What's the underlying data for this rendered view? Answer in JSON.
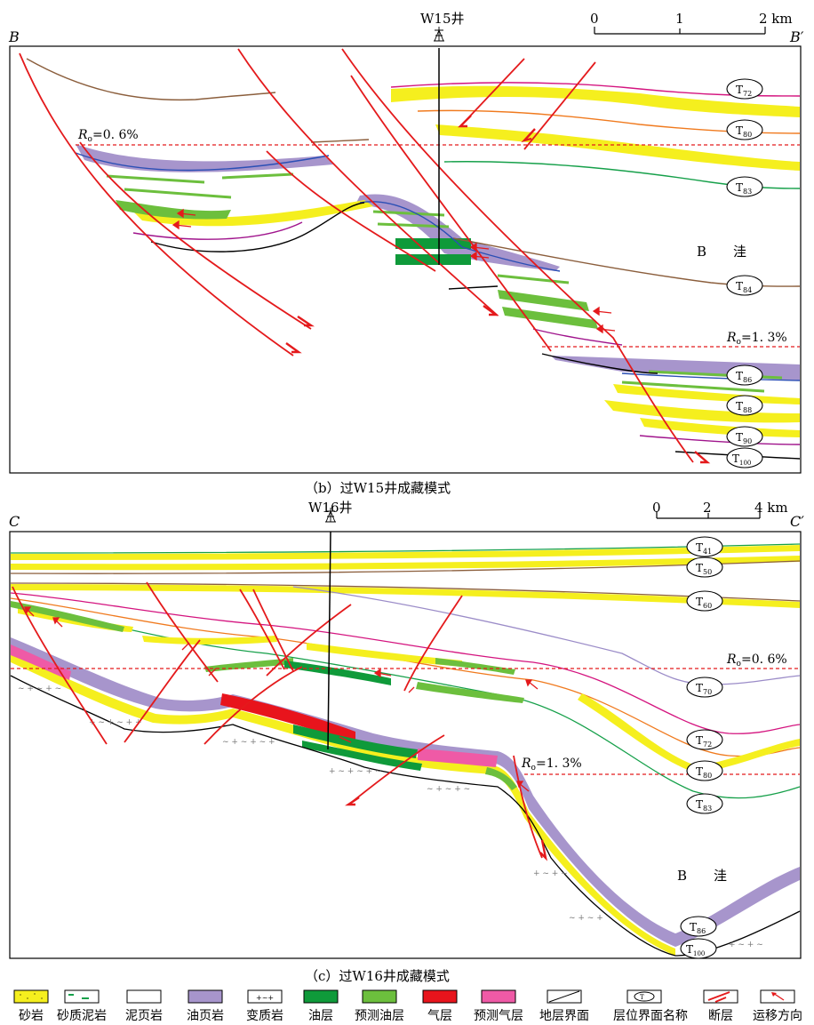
{
  "panel_b": {
    "endpoint_left": "B",
    "endpoint_right": "B′",
    "well": "W15井",
    "scale": {
      "t0": "0",
      "t1": "1",
      "t2": "2 km"
    },
    "ro_top": {
      "italic": "R",
      "sub": "o",
      "text": "=0. 6%"
    },
    "ro_bottom": {
      "italic": "R",
      "sub": "o",
      "text": "=1. 3%"
    },
    "sag": "B　　洼",
    "horizons": [
      {
        "main": "T",
        "sub": "72"
      },
      {
        "main": "T",
        "sub": "80"
      },
      {
        "main": "T",
        "sub": "83"
      },
      {
        "main": "T",
        "sub": "84"
      },
      {
        "main": "T",
        "sub": "86"
      },
      {
        "main": "T",
        "sub": "88"
      },
      {
        "main": "T",
        "sub": "90"
      },
      {
        "main": "T",
        "sub": "100"
      }
    ],
    "caption": "（b）过W15井成藏模式"
  },
  "panel_c": {
    "endpoint_left": "C",
    "endpoint_right": "C′",
    "well": "W16井",
    "scale": {
      "t0": "0",
      "t1": "2",
      "t2": "4 km"
    },
    "ro_top": {
      "italic": "R",
      "sub": "o",
      "text": "=0. 6%"
    },
    "ro_bottom": {
      "italic": "R",
      "sub": "o",
      "text": "=1. 3%"
    },
    "sag": "B　　洼",
    "horizons": [
      {
        "main": "T",
        "sub": "41"
      },
      {
        "main": "T",
        "sub": "50"
      },
      {
        "main": "T",
        "sub": "60"
      },
      {
        "main": "T",
        "sub": "70"
      },
      {
        "main": "T",
        "sub": "72"
      },
      {
        "main": "T",
        "sub": "80"
      },
      {
        "main": "T",
        "sub": "83"
      },
      {
        "main": "T",
        "sub": "86"
      },
      {
        "main": "T",
        "sub": "100"
      }
    ],
    "caption": "（c）过W16井成藏模式"
  },
  "legend": [
    {
      "label": "砂岩",
      "swatch": "sandstone"
    },
    {
      "label": "砂质泥岩",
      "swatch": "sandy-mudstone"
    },
    {
      "label": "泥页岩",
      "swatch": "mud-shale"
    },
    {
      "label": "油页岩",
      "swatch": "oil-shale"
    },
    {
      "label": "变质岩",
      "swatch": "metamorphic"
    },
    {
      "label": "油层",
      "swatch": "oil-layer"
    },
    {
      "label": "预测油层",
      "swatch": "predicted-oil"
    },
    {
      "label": "气层",
      "swatch": "gas-layer"
    },
    {
      "label": "预测气层",
      "swatch": "predicted-gas"
    },
    {
      "label": "地层界面",
      "swatch": "strata-boundary"
    },
    {
      "label": "层位界面名称",
      "swatch": "horizon-name"
    },
    {
      "label": "断层",
      "swatch": "fault"
    },
    {
      "label": "运移方向",
      "swatch": "migration"
    }
  ],
  "colors": {
    "sandstone": "#f5ef1e",
    "oil_shale": "#a795cc",
    "oil_layer": "#0f9a3a",
    "predicted_oil": "#6cbf3d",
    "gas_layer": "#e8141c",
    "predicted_gas": "#ef5aa6",
    "fault": "#e41a1c",
    "ro_line": "#e41a1c"
  }
}
